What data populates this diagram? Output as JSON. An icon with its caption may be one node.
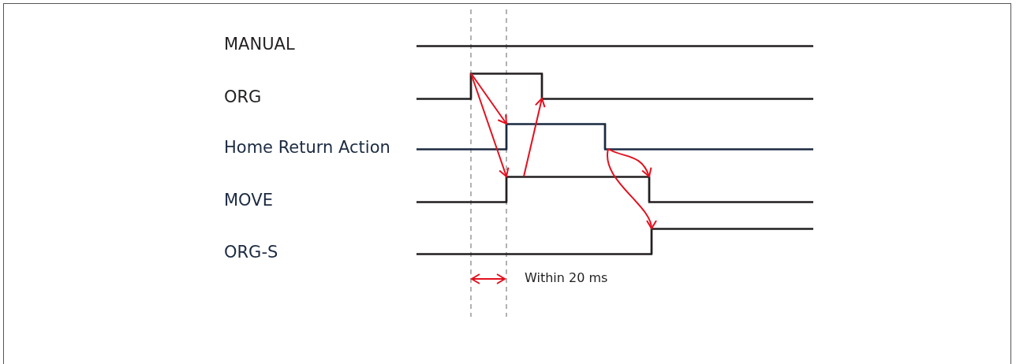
{
  "diagram": {
    "nodes": [
      {
        "text": [],
        "shape": "bar"
      },
      {
        "text": [],
        "shape": "bar"
      },
      {
        "text": [],
        "shape": "bar"
      },
      {
        "text": [],
        "shape": "bar"
      },
      {
        "text": [],
        "shape": "bar"
      },
      {
        "text": [],
        "shape": "bar"
      },
      {
        "text": [],
        "shape": "bar"
      }
    ],
    "edges": [
      {
        "from": 0,
        "to": 1,
        "arrow": "to"
      },
      {
        "from": 0,
        "to": 2,
        "arrow": "to"
      },
      {
        "from": 2,
        "to": 3,
        "arrow": "to"
      },
      {
        "from": 4,
        "to": 5,
        "arrow": "to"
      },
      {
        "from": 4,
        "to": 6,
        "arrow": "to"
      }
    ],
    "labels": [
      "MANUAL",
      "ORG",
      "Home Return Action",
      "MOVE",
      "ORG-S",
      "Within 20 ms"
    ]
  }
}
